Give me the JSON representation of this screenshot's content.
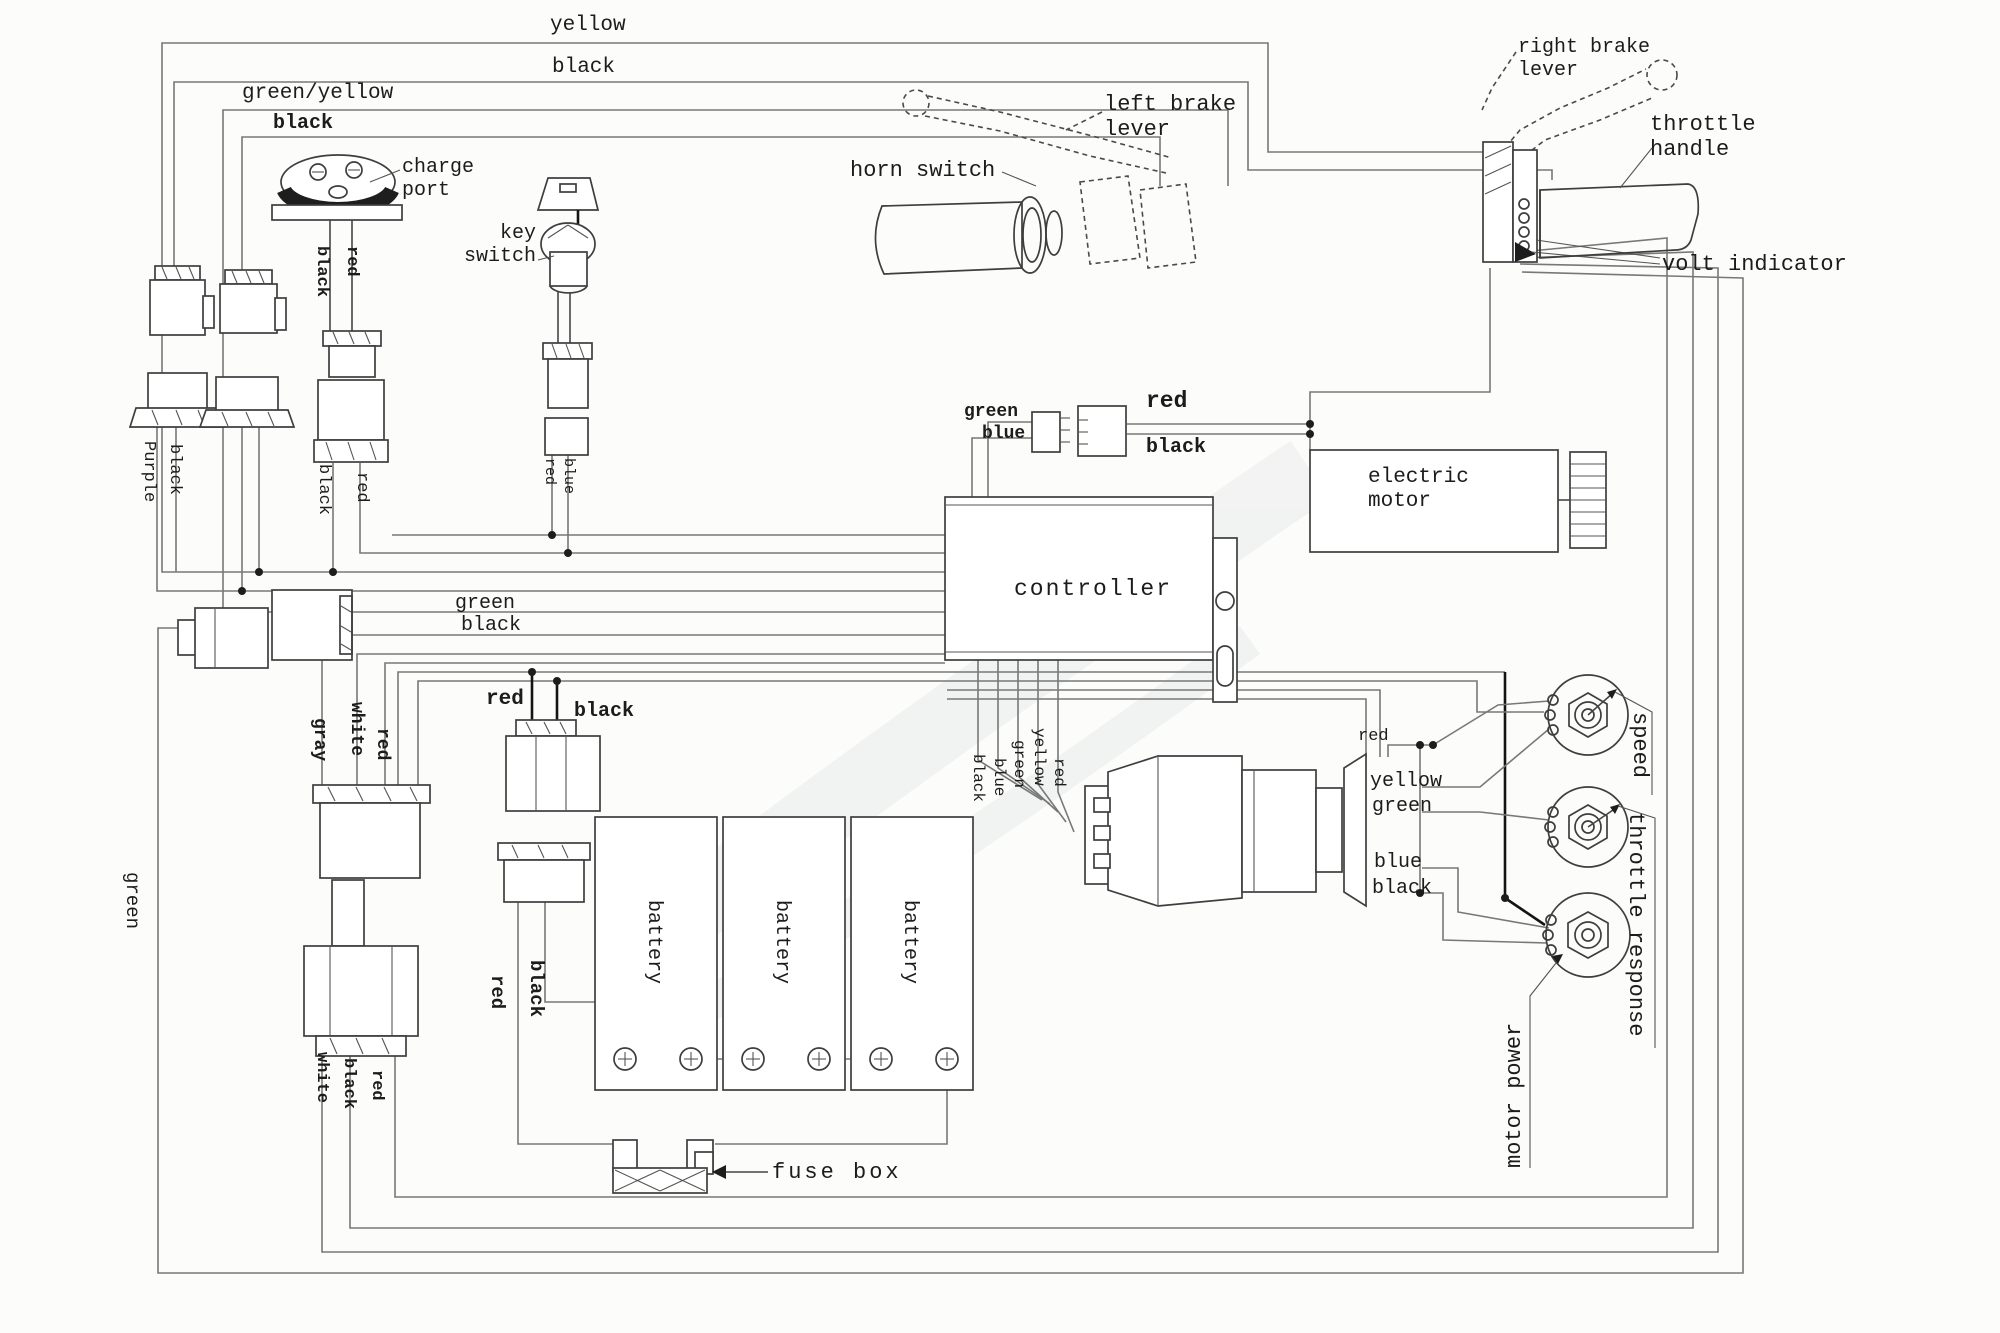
{
  "diagram": {
    "type": "wiring diagram",
    "components": {
      "charge_port": "charge port",
      "key_switch": "key switch",
      "horn_switch": "horn switch",
      "left_brake_lever": "left brake lever",
      "right_brake_lever": "right brake lever",
      "throttle_handle": "throttle handle",
      "volt_indicator": "volt indicator",
      "electric_motor": "electric motor",
      "controller": "controller",
      "fuse_box": "fuse box",
      "speed": "speed",
      "throttle_response": "throttle response",
      "motor_power": "motor power",
      "batteries": [
        "battery",
        "battery",
        "battery"
      ]
    },
    "wire_labels": {
      "top_yellow": "yellow",
      "top_black": "black",
      "top_green_yellow": "green/yellow",
      "top_black2": "black",
      "charge_black": "black",
      "charge_red": "red",
      "conn1_purple": "Purple",
      "conn1_black": "black",
      "charge_lower_black": "black",
      "charge_lower_red": "red",
      "key_red": "red",
      "key_blue": "blue",
      "mid_green": "green",
      "mid_black": "black",
      "left_green": "green",
      "gray": "gray",
      "white": "white",
      "white_red": "red",
      "bottom_white": "white",
      "bottom_black": "black",
      "bottom_red": "red",
      "battconn_red": "red",
      "battconn_black": "black",
      "battdrop_red": "red",
      "battdrop_black": "black",
      "motor_red": "red",
      "motor_black": "black",
      "motor_green": "green",
      "motor_blue": "blue",
      "ctrl_black": "black",
      "ctrl_blue": "blue",
      "ctrl_green": "green",
      "ctrl_yellow": "yellow",
      "ctrl_red": "red",
      "block_red": "red",
      "block_yellow": "yellow",
      "block_green": "green",
      "block_blue": "blue",
      "block_black": "black"
    }
  }
}
